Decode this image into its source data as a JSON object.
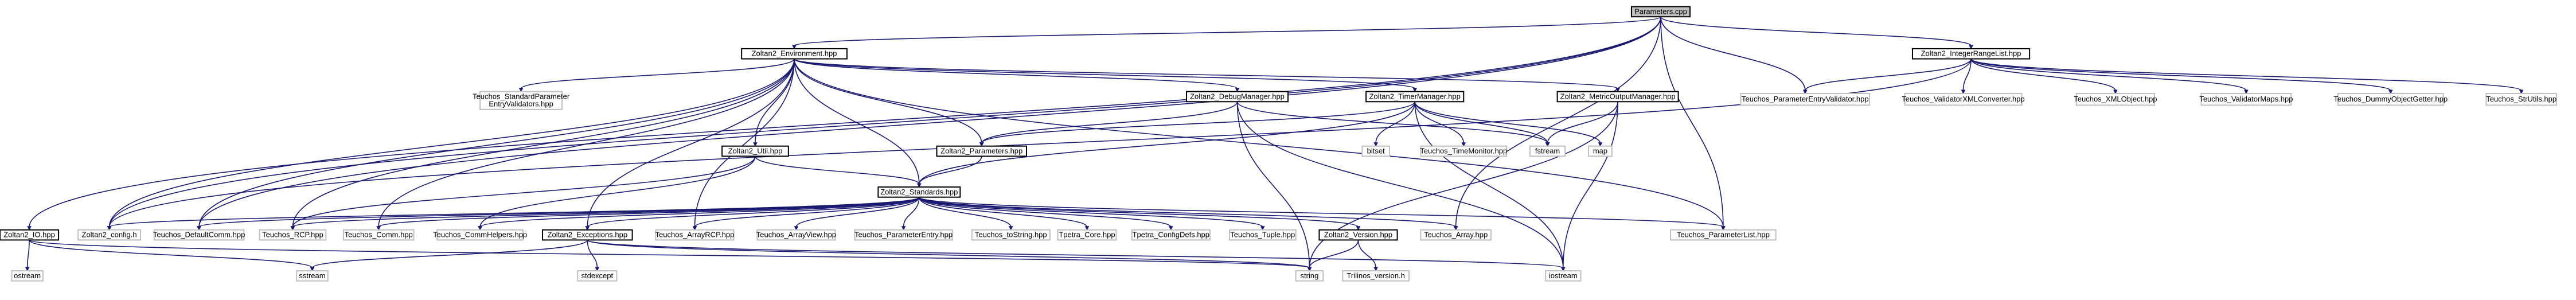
{
  "graph": {
    "title": "Parameters.cpp include dependency graph",
    "nodes": {
      "parameters_cpp": {
        "lines": [
          "Parameters.cpp"
        ],
        "kind": "root"
      },
      "environment": {
        "lines": [
          "Zoltan2_Environment.hpp"
        ],
        "kind": "doc"
      },
      "integer_range_list": {
        "lines": [
          "Zoltan2_IntegerRangeList.hpp"
        ],
        "kind": "doc"
      },
      "std_param_validators": {
        "lines": [
          "Teuchos_StandardParameter",
          "EntryValidators.hpp"
        ],
        "kind": "ext"
      },
      "debug_manager": {
        "lines": [
          "Zoltan2_DebugManager.hpp"
        ],
        "kind": "doc"
      },
      "timer_manager": {
        "lines": [
          "Zoltan2_TimerManager.hpp"
        ],
        "kind": "doc"
      },
      "metric_output_manager": {
        "lines": [
          "Zoltan2_MetricOutputManager.hpp"
        ],
        "kind": "doc"
      },
      "param_entry_validator": {
        "lines": [
          "Teuchos_ParameterEntryValidator.hpp"
        ],
        "kind": "ext"
      },
      "validator_xml_converter": {
        "lines": [
          "Teuchos_ValidatorXMLConverter.hpp"
        ],
        "kind": "ext"
      },
      "xml_object": {
        "lines": [
          "Teuchos_XMLObject.hpp"
        ],
        "kind": "ext"
      },
      "validator_maps": {
        "lines": [
          "Teuchos_ValidatorMaps.hpp"
        ],
        "kind": "ext"
      },
      "dummy_object_getter": {
        "lines": [
          "Teuchos_DummyObjectGetter.hpp"
        ],
        "kind": "ext"
      },
      "str_utils": {
        "lines": [
          "Teuchos_StrUtils.hpp"
        ],
        "kind": "ext"
      },
      "util": {
        "lines": [
          "Zoltan2_Util.hpp"
        ],
        "kind": "doc"
      },
      "parameters_hpp": {
        "lines": [
          "Zoltan2_Parameters.hpp"
        ],
        "kind": "doc"
      },
      "bitset": {
        "lines": [
          "bitset"
        ],
        "kind": "ext"
      },
      "time_monitor": {
        "lines": [
          "Teuchos_TimeMonitor.hpp"
        ],
        "kind": "ext"
      },
      "fstream": {
        "lines": [
          "fstream"
        ],
        "kind": "ext"
      },
      "map": {
        "lines": [
          "map"
        ],
        "kind": "ext"
      },
      "standards": {
        "lines": [
          "Zoltan2_Standards.hpp"
        ],
        "kind": "doc"
      },
      "io": {
        "lines": [
          "Zoltan2_IO.hpp"
        ],
        "kind": "doc"
      },
      "config": {
        "lines": [
          "Zoltan2_config.h"
        ],
        "kind": "ext"
      },
      "default_comm": {
        "lines": [
          "Teuchos_DefaultComm.hpp"
        ],
        "kind": "ext"
      },
      "rcp": {
        "lines": [
          "Teuchos_RCP.hpp"
        ],
        "kind": "ext"
      },
      "comm": {
        "lines": [
          "Teuchos_Comm.hpp"
        ],
        "kind": "ext"
      },
      "comm_helpers": {
        "lines": [
          "Teuchos_CommHelpers.hpp"
        ],
        "kind": "ext"
      },
      "exceptions": {
        "lines": [
          "Zoltan2_Exceptions.hpp"
        ],
        "kind": "doc"
      },
      "array_rcp": {
        "lines": [
          "Teuchos_ArrayRCP.hpp"
        ],
        "kind": "ext"
      },
      "array_view": {
        "lines": [
          "Teuchos_ArrayView.hpp"
        ],
        "kind": "ext"
      },
      "param_entry": {
        "lines": [
          "Teuchos_ParameterEntry.hpp"
        ],
        "kind": "ext"
      },
      "to_string": {
        "lines": [
          "Teuchos_toString.hpp"
        ],
        "kind": "ext"
      },
      "tpetra_core": {
        "lines": [
          "Tpetra_Core.hpp"
        ],
        "kind": "ext"
      },
      "tpetra_config": {
        "lines": [
          "Tpetra_ConfigDefs.hpp"
        ],
        "kind": "ext"
      },
      "tuple": {
        "lines": [
          "Teuchos_Tuple.hpp"
        ],
        "kind": "ext"
      },
      "version": {
        "lines": [
          "Zoltan2_Version.hpp"
        ],
        "kind": "doc"
      },
      "teuchos_array": {
        "lines": [
          "Teuchos_Array.hpp"
        ],
        "kind": "ext"
      },
      "param_list": {
        "lines": [
          "Teuchos_ParameterList.hpp"
        ],
        "kind": "ext"
      },
      "ostream": {
        "lines": [
          "ostream"
        ],
        "kind": "ext"
      },
      "sstream": {
        "lines": [
          "sstream"
        ],
        "kind": "ext"
      },
      "stdexcept": {
        "lines": [
          "stdexcept"
        ],
        "kind": "ext"
      },
      "string": {
        "lines": [
          "string"
        ],
        "kind": "ext"
      },
      "trilinos_version": {
        "lines": [
          "Trilinos_version.h"
        ],
        "kind": "ext"
      },
      "iostream": {
        "lines": [
          "iostream"
        ],
        "kind": "ext"
      }
    },
    "edges": [
      [
        "parameters_cpp",
        "environment"
      ],
      [
        "parameters_cpp",
        "integer_range_list"
      ],
      [
        "parameters_cpp",
        "param_entry_validator"
      ],
      [
        "parameters_cpp",
        "teuchos_array"
      ],
      [
        "parameters_cpp",
        "param_list"
      ],
      [
        "parameters_cpp",
        "io"
      ],
      [
        "parameters_cpp",
        "config"
      ],
      [
        "parameters_cpp",
        "default_comm"
      ],
      [
        "environment",
        "std_param_validators"
      ],
      [
        "environment",
        "debug_manager"
      ],
      [
        "environment",
        "timer_manager"
      ],
      [
        "environment",
        "metric_output_manager"
      ],
      [
        "environment",
        "util"
      ],
      [
        "environment",
        "parameters_hpp"
      ],
      [
        "environment",
        "standards"
      ],
      [
        "environment",
        "config"
      ],
      [
        "environment",
        "default_comm"
      ],
      [
        "environment",
        "rcp"
      ],
      [
        "environment",
        "comm"
      ],
      [
        "environment",
        "exceptions"
      ],
      [
        "environment",
        "array_rcp"
      ],
      [
        "environment",
        "param_list"
      ],
      [
        "integer_range_list",
        "param_entry_validator"
      ],
      [
        "integer_range_list",
        "validator_xml_converter"
      ],
      [
        "integer_range_list",
        "xml_object"
      ],
      [
        "integer_range_list",
        "validator_maps"
      ],
      [
        "integer_range_list",
        "dummy_object_getter"
      ],
      [
        "integer_range_list",
        "str_utils"
      ],
      [
        "integer_range_list",
        "config"
      ],
      [
        "debug_manager",
        "parameters_hpp"
      ],
      [
        "debug_manager",
        "fstream"
      ],
      [
        "debug_manager",
        "string"
      ],
      [
        "debug_manager",
        "iostream"
      ],
      [
        "timer_manager",
        "parameters_hpp"
      ],
      [
        "timer_manager",
        "standards"
      ],
      [
        "timer_manager",
        "bitset"
      ],
      [
        "timer_manager",
        "time_monitor"
      ],
      [
        "timer_manager",
        "fstream"
      ],
      [
        "timer_manager",
        "map"
      ],
      [
        "timer_manager",
        "iostream"
      ],
      [
        "metric_output_manager",
        "fstream"
      ],
      [
        "metric_output_manager",
        "string"
      ],
      [
        "metric_output_manager",
        "iostream"
      ],
      [
        "util",
        "standards"
      ],
      [
        "util",
        "rcp"
      ],
      [
        "util",
        "comm_helpers"
      ],
      [
        "parameters_hpp",
        "standards"
      ],
      [
        "standards",
        "config"
      ],
      [
        "standards",
        "default_comm"
      ],
      [
        "standards",
        "rcp"
      ],
      [
        "standards",
        "comm"
      ],
      [
        "standards",
        "comm_helpers"
      ],
      [
        "standards",
        "exceptions"
      ],
      [
        "standards",
        "array_rcp"
      ],
      [
        "standards",
        "array_view"
      ],
      [
        "standards",
        "param_entry"
      ],
      [
        "standards",
        "to_string"
      ],
      [
        "standards",
        "tpetra_core"
      ],
      [
        "standards",
        "tpetra_config"
      ],
      [
        "standards",
        "tuple"
      ],
      [
        "standards",
        "version"
      ],
      [
        "standards",
        "teuchos_array"
      ],
      [
        "standards",
        "param_list"
      ],
      [
        "io",
        "ostream"
      ],
      [
        "io",
        "sstream"
      ],
      [
        "io",
        "string"
      ],
      [
        "exceptions",
        "sstream"
      ],
      [
        "exceptions",
        "stdexcept"
      ],
      [
        "exceptions",
        "string"
      ],
      [
        "exceptions",
        "iostream"
      ],
      [
        "version",
        "string"
      ],
      [
        "version",
        "trilinos_version"
      ]
    ]
  }
}
